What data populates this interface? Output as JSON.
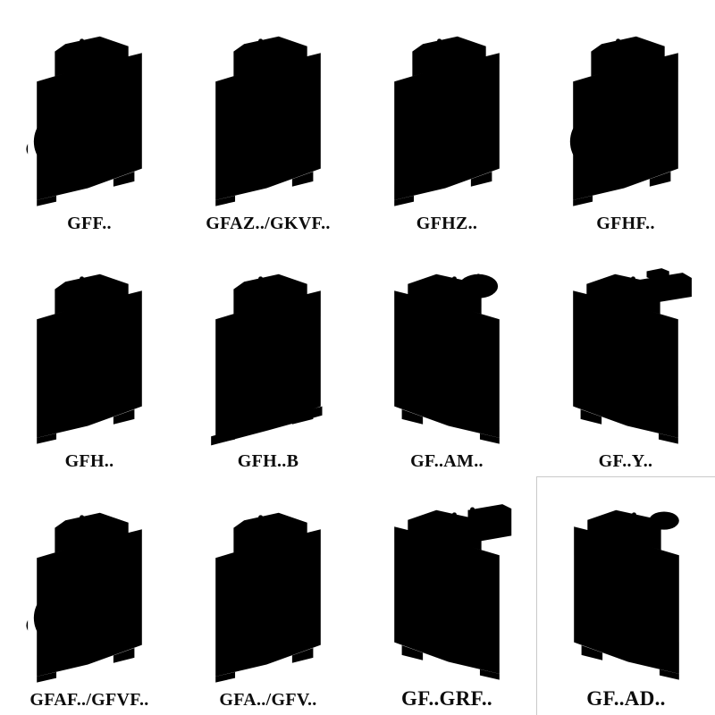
{
  "page": {
    "background": "#ffffff"
  },
  "colors": {
    "line_dark": "#484848",
    "line_light": "#a8a8a8",
    "label": "#0c0c0c"
  },
  "grid": {
    "items": [
      {
        "label": "GFF..",
        "drawing": "gearbox-flange-shaft-icon",
        "tone": "dark"
      },
      {
        "label": "GFAZ../GKVF..",
        "drawing": "gearbox-hollow-bore-icon",
        "tone": "dark"
      },
      {
        "label": "GFHZ..",
        "drawing": "gearbox-twin-bearing-icon",
        "tone": "dark"
      },
      {
        "label": "GFHF..",
        "drawing": "gearbox-flange-bore-icon",
        "tone": "dark"
      },
      {
        "label": "GFH..",
        "drawing": "gearbox-hollow-bore-icon",
        "tone": "dark"
      },
      {
        "label": "GFH..B",
        "drawing": "gearbox-hollow-bore-foot-icon",
        "tone": "dark"
      },
      {
        "label": "GF..AM..",
        "drawing": "gearbox-motor-adapter-icon",
        "tone": "light"
      },
      {
        "label": "GF..Y..",
        "drawing": "gearbox-with-motor-icon",
        "tone": "light"
      },
      {
        "label": "GFAF../GFVF..",
        "drawing": "gearbox-flange-shaft-icon",
        "tone": "dark"
      },
      {
        "label": "GFA../GFV..",
        "drawing": "gearbox-hollow-bore-icon",
        "tone": "dark"
      },
      {
        "label": "GF..GRF..",
        "drawing": "gearbox-adapter-box-icon",
        "tone": "light"
      },
      {
        "label": "GF..AD..",
        "drawing": "gearbox-input-shaft-icon",
        "tone": "light"
      }
    ]
  }
}
